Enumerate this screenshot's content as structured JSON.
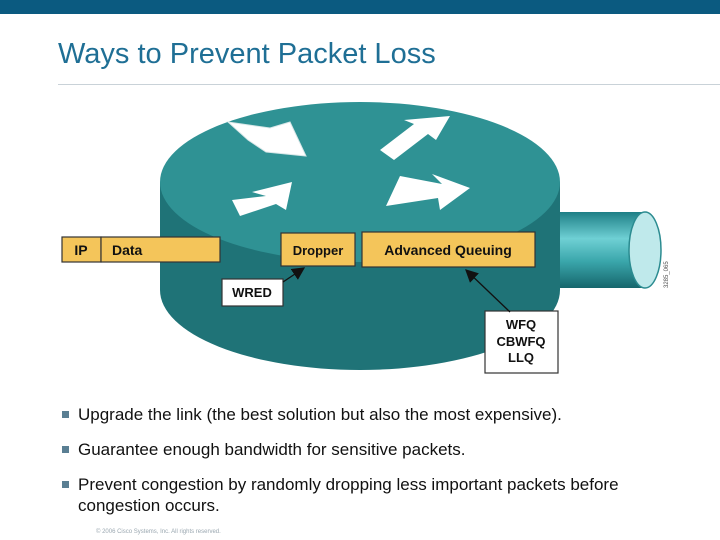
{
  "slide": {
    "title": "Ways to Prevent Packet Loss",
    "copyright": "© 2006 Cisco Systems, Inc. All rights reserved."
  },
  "diagram": {
    "ip_label": "IP",
    "data_label": "Data",
    "dropper_label": "Dropper",
    "advanced_queuing_label": "Advanced Queuing",
    "wred_label": "WRED",
    "queuing_methods": [
      "WFQ",
      "CBWFQ",
      "LLQ"
    ],
    "figure_id": "3285_065",
    "colors": {
      "router": "#2f9294",
      "router_dark": "#1e6f72",
      "box_fill": "#f4c55a",
      "link": "#3aa6ab"
    }
  },
  "bullets": [
    "Upgrade the link (the best solution but also the most expensive).",
    "Guarantee enough bandwidth for sensitive packets.",
    "Prevent congestion by randomly dropping less important packets before congestion occurs."
  ]
}
